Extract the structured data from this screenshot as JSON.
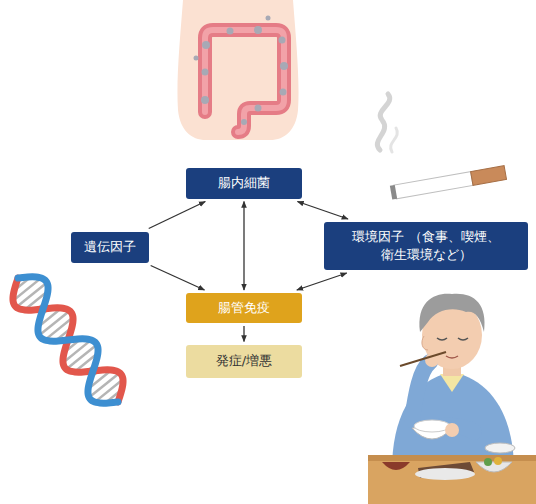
{
  "diagram": {
    "nodes": [
      {
        "text": [
          "腸内細菌"
        ]
      },
      {
        "text": [
          "遺伝因子"
        ]
      },
      {
        "text": [
          "環境因子 （食事、喫煙、衛生環境など）"
        ]
      },
      {
        "text": [
          "腸管免疫"
        ]
      },
      {
        "text": [
          "発症/増悪"
        ]
      }
    ],
    "edges": [
      {
        "from": 1,
        "to": 0,
        "arrow": "to"
      },
      {
        "from": 1,
        "to": 3,
        "arrow": "to"
      },
      {
        "from": 0,
        "to": 2,
        "arrow": "both"
      },
      {
        "from": 0,
        "to": 3,
        "arrow": "both"
      },
      {
        "from": 3,
        "to": 2,
        "arrow": "both"
      },
      {
        "from": 3,
        "to": 4,
        "arrow": "to"
      }
    ]
  }
}
